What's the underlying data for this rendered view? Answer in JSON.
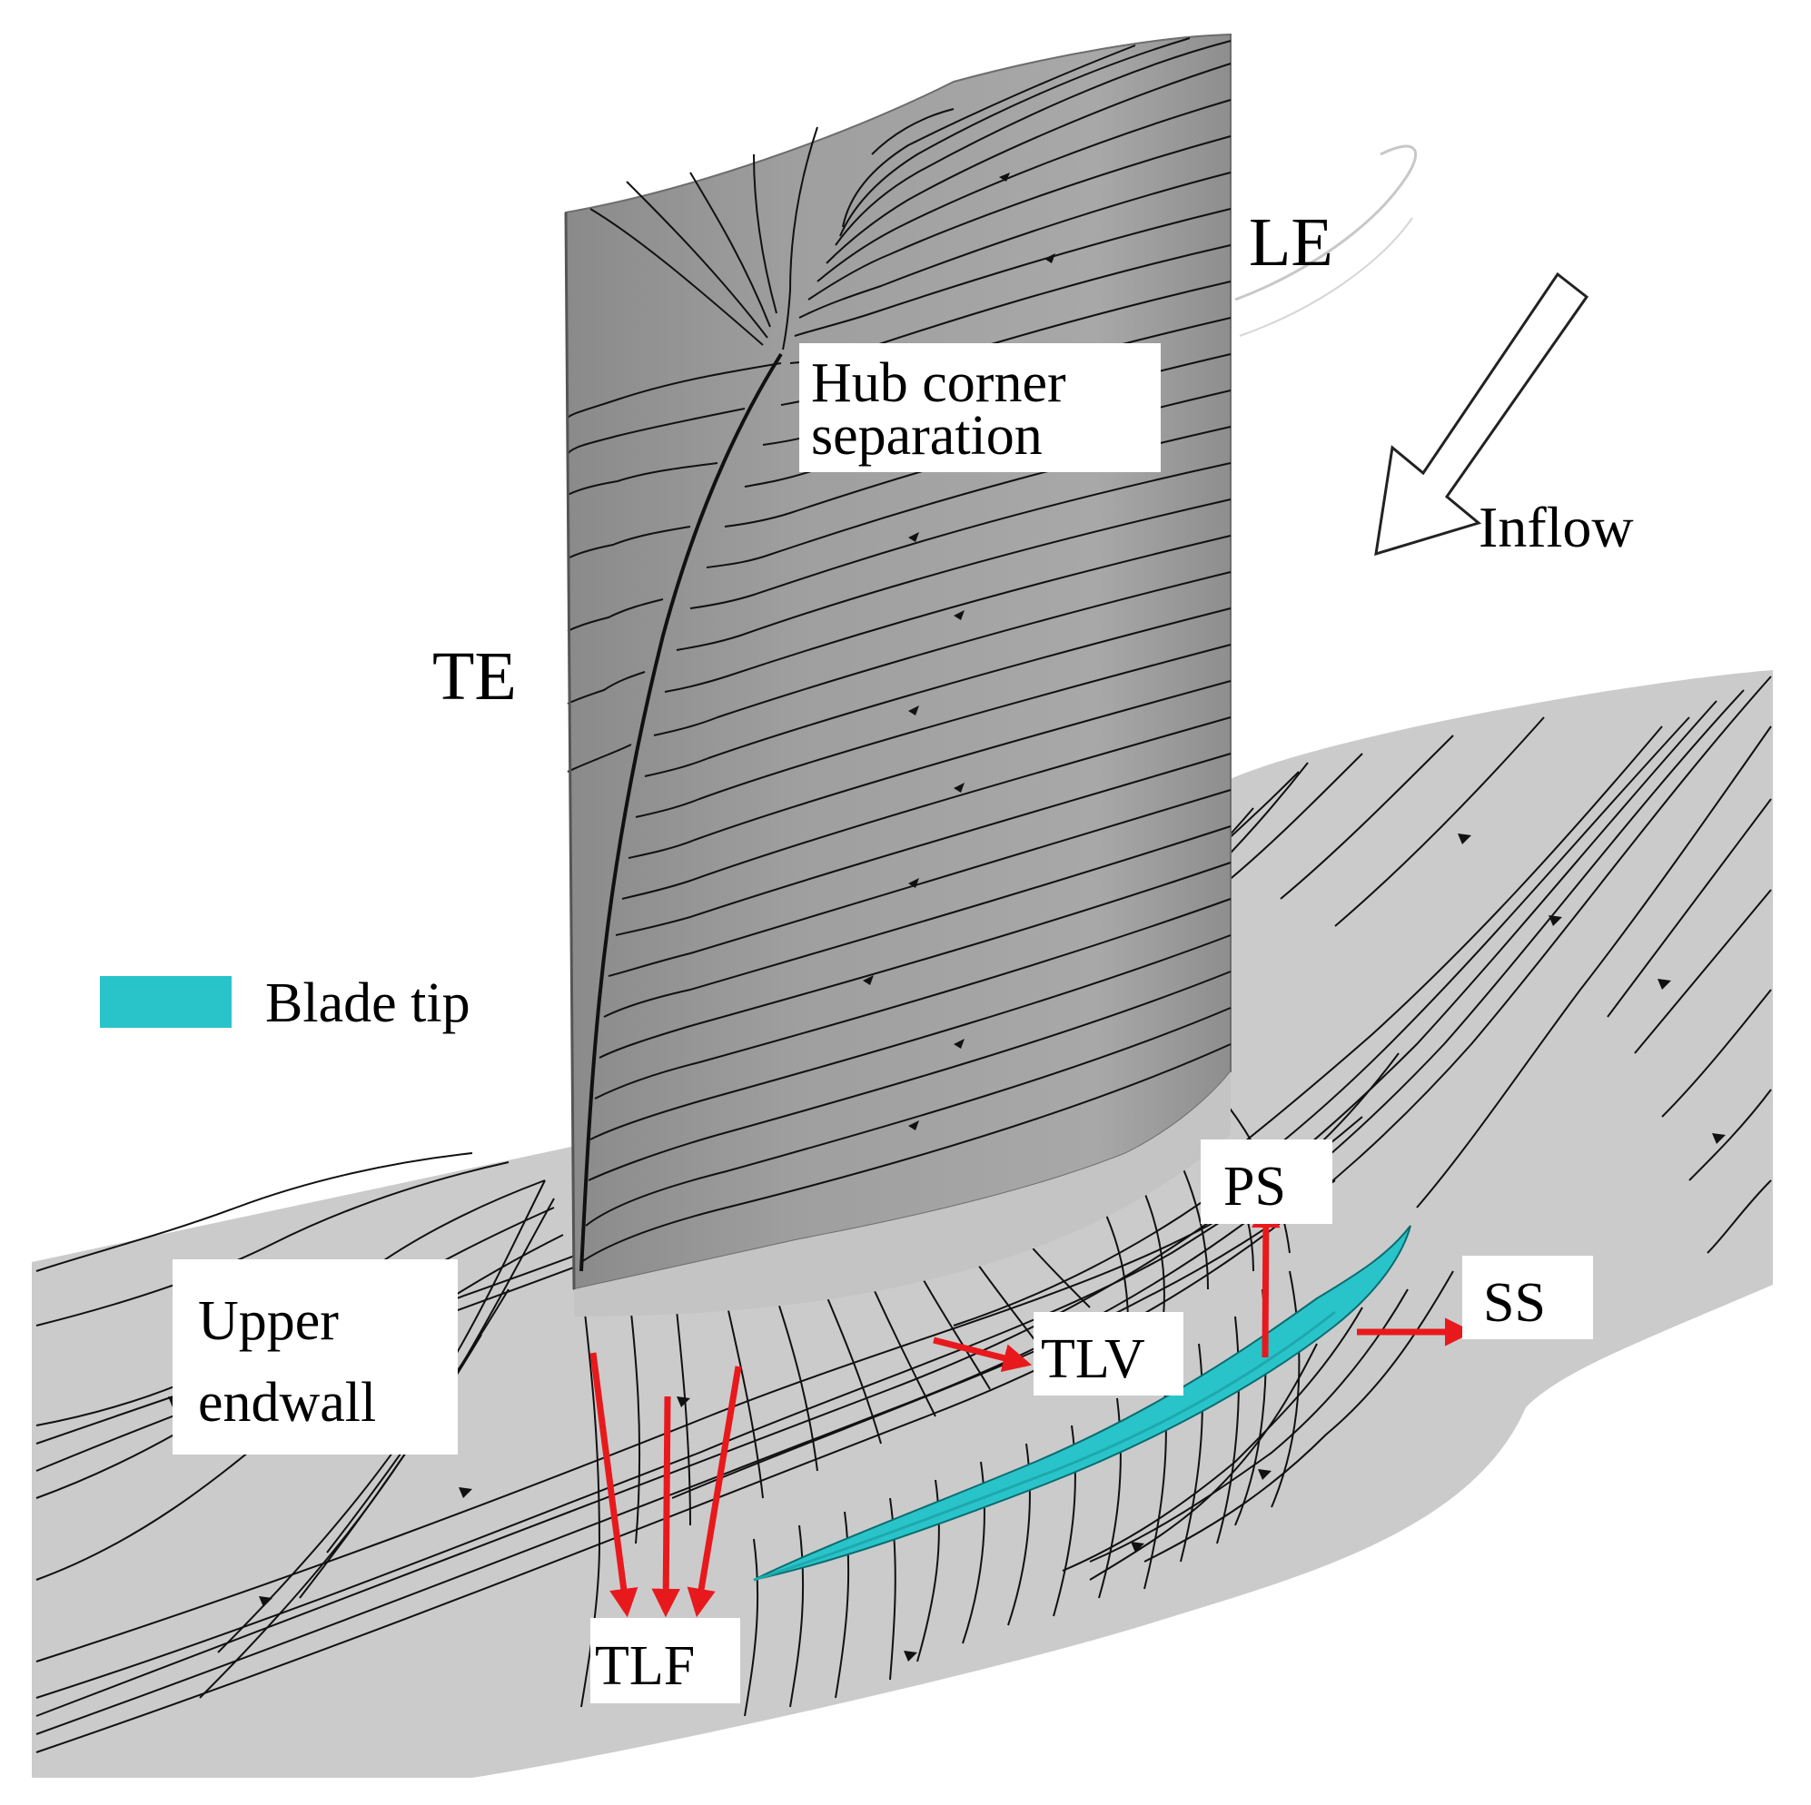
{
  "labels": {
    "le": "LE",
    "te": "TE",
    "inflow": "Inflow",
    "hub_corner_line1": "Hub corner",
    "hub_corner_line2": "separation",
    "legend_blade_tip": "Blade tip",
    "upper_endwall_line1": "Upper",
    "upper_endwall_line2": "endwall",
    "ps": "PS",
    "ss": "SS",
    "tlv": "TLV",
    "tlf": "TLF"
  },
  "colors": {
    "blade_surface": "#9c9c9c",
    "endwall": "#cbcbcb",
    "streamline": "#111111",
    "blade_tip": "#29c4c9",
    "annotation_arrow": "#e8191c",
    "label_box": "#ffffff"
  }
}
